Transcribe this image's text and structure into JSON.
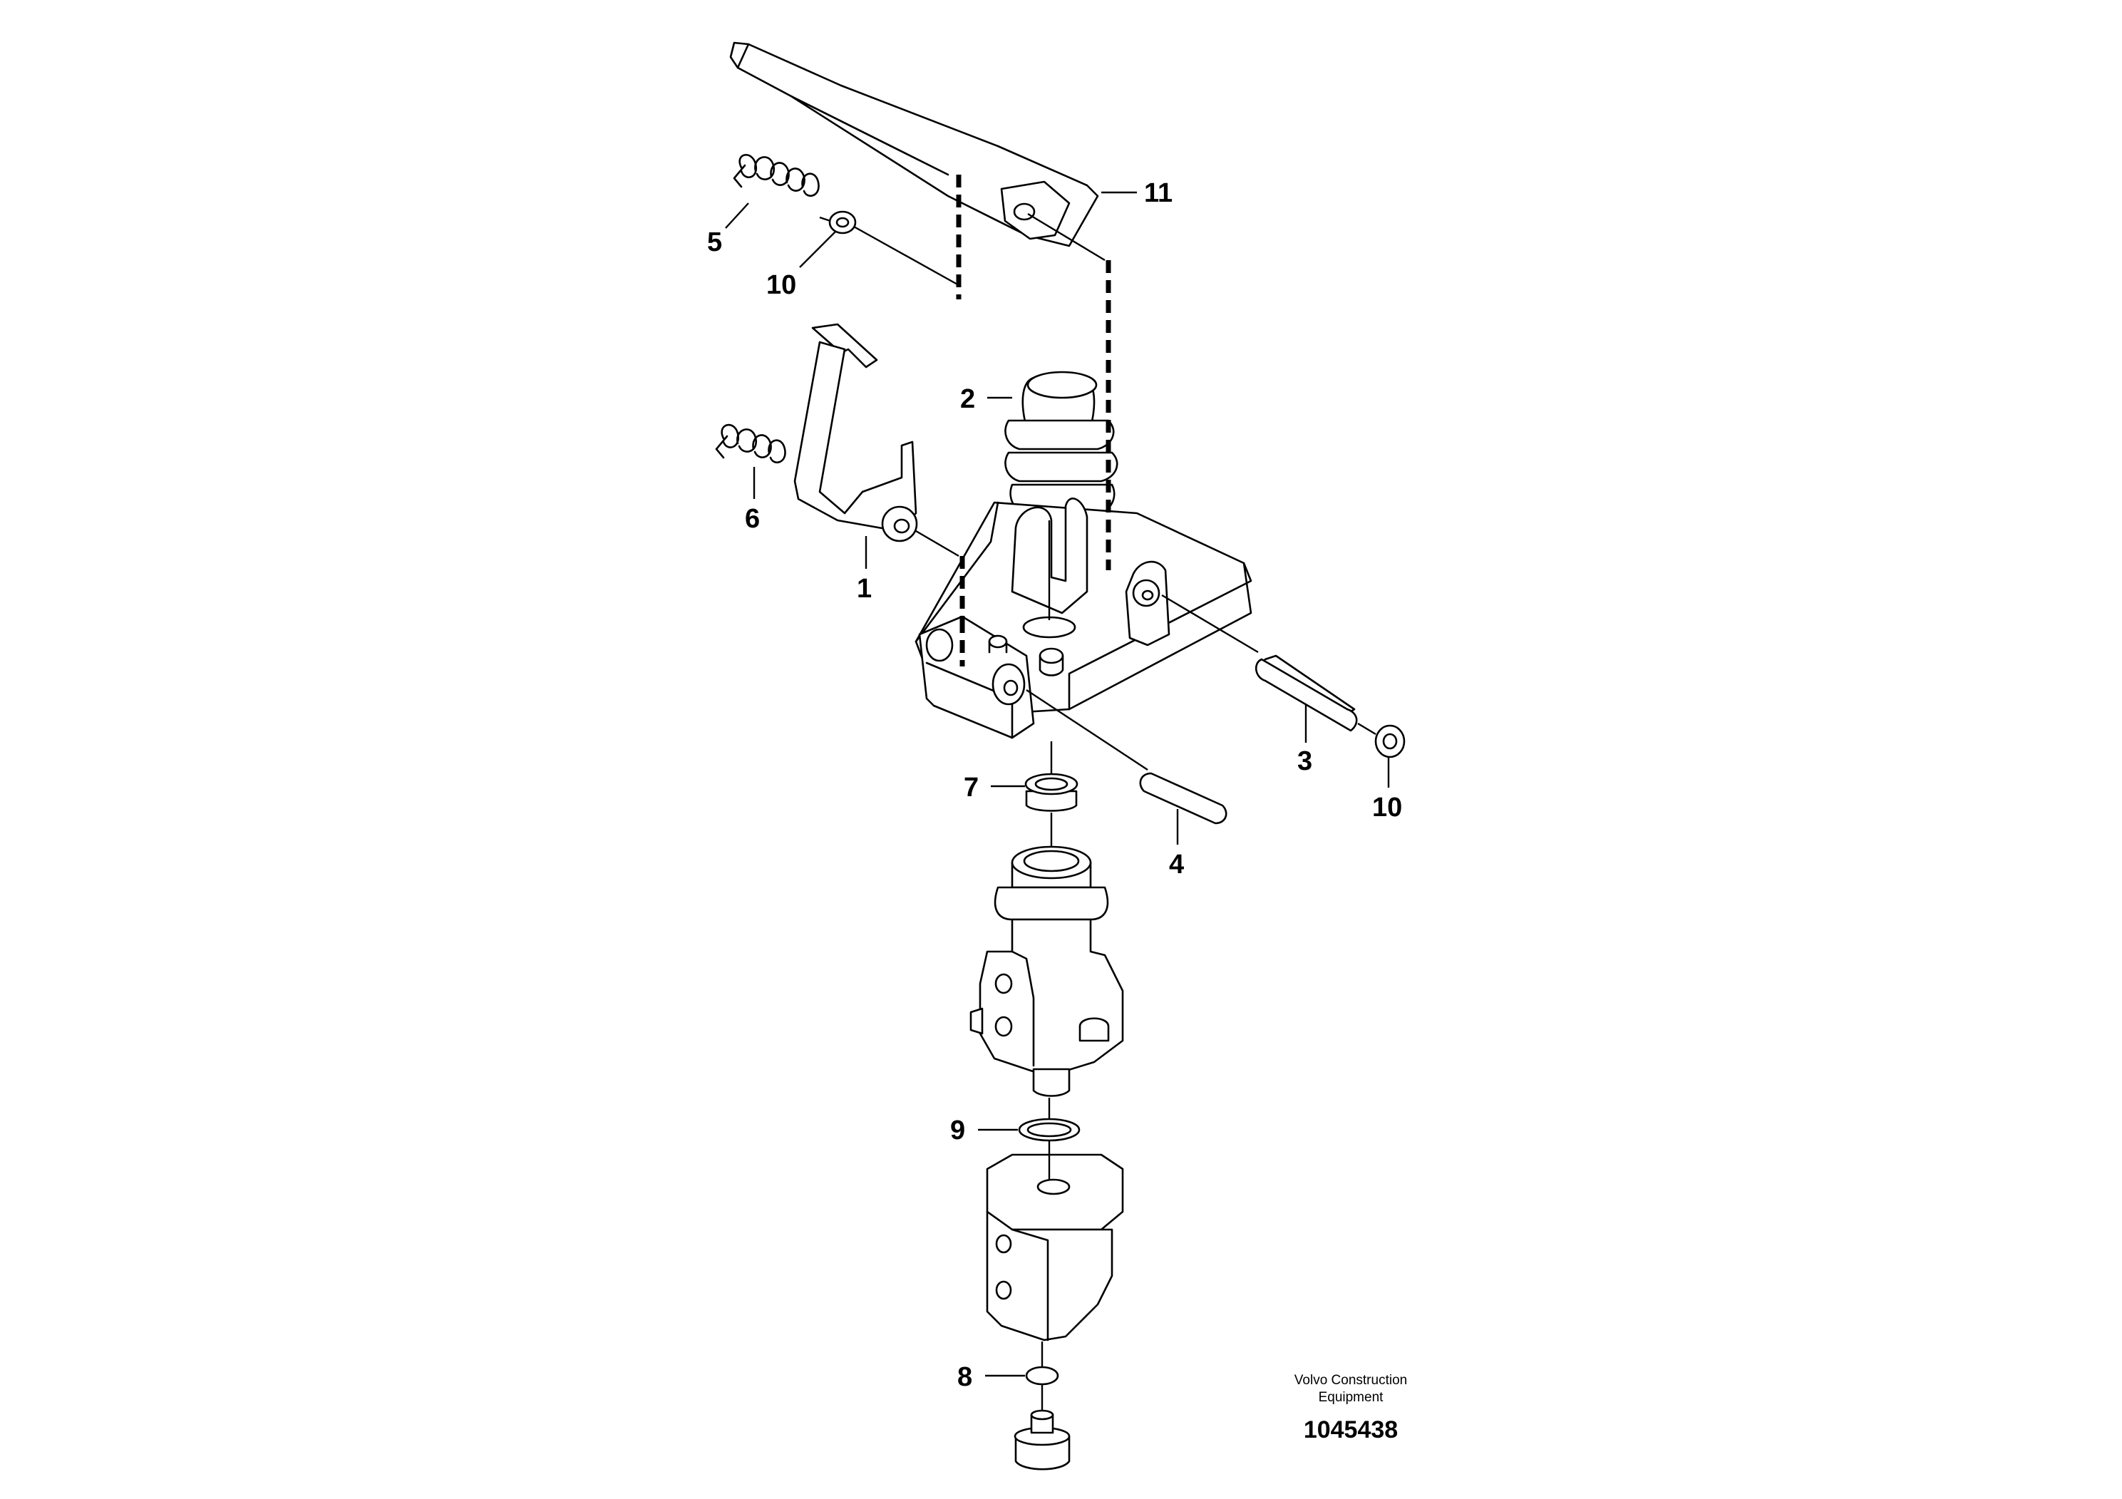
{
  "callouts": {
    "c1": "1",
    "c2": "2",
    "c3": "3",
    "c4": "4",
    "c5": "5",
    "c6": "6",
    "c7": "7",
    "c8": "8",
    "c9": "9",
    "c10a": "10",
    "c10b": "10",
    "c11": "11"
  },
  "caption": {
    "line1": "Volvo Construction",
    "line2": "Equipment",
    "number": "1045438"
  }
}
